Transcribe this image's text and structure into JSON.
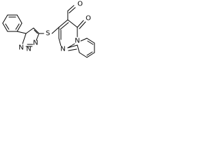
{
  "atoms": {
    "sulfur": "S",
    "triazole_n1": "N",
    "triazole_n2": "N",
    "triazole_n3": "N",
    "aldehyde_o": "O",
    "keto_o": "O",
    "ring_n_bridge": "N",
    "ring_n_pyrimidine": "N"
  }
}
